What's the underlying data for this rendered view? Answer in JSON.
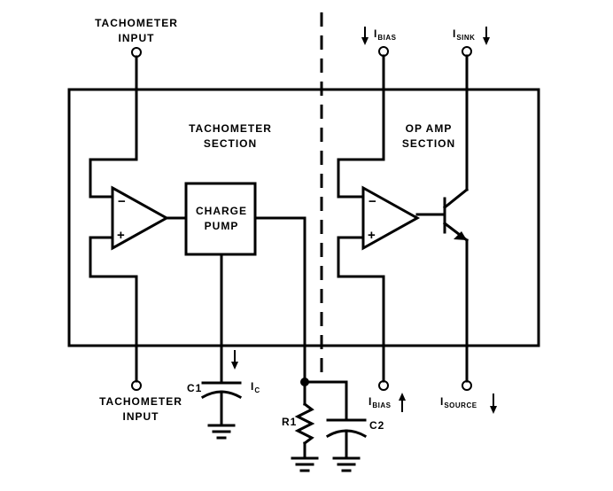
{
  "diagram": {
    "labels": {
      "tach_input_top": [
        "TACHOMETER",
        "INPUT"
      ],
      "tach_input_bottom": [
        "TACHOMETER",
        "INPUT"
      ],
      "tach_section": [
        "TACHOMETER",
        "SECTION"
      ],
      "opamp_section": [
        "OP AMP",
        "SECTION"
      ],
      "charge_pump": [
        "CHARGE",
        "PUMP"
      ],
      "c1": "C1",
      "c2": "C2",
      "r1": "R1",
      "ic": {
        "main": "I",
        "sub": "C"
      },
      "ibias_top": {
        "main": "I",
        "sub": "BIAS"
      },
      "isink": {
        "main": "I",
        "sub": "SINK"
      },
      "ibias_bottom": {
        "main": "I",
        "sub": "BIAS"
      },
      "isource": {
        "main": "I",
        "sub": "SOURCE"
      },
      "minus_sign": "−",
      "plus_sign": "+"
    }
  }
}
